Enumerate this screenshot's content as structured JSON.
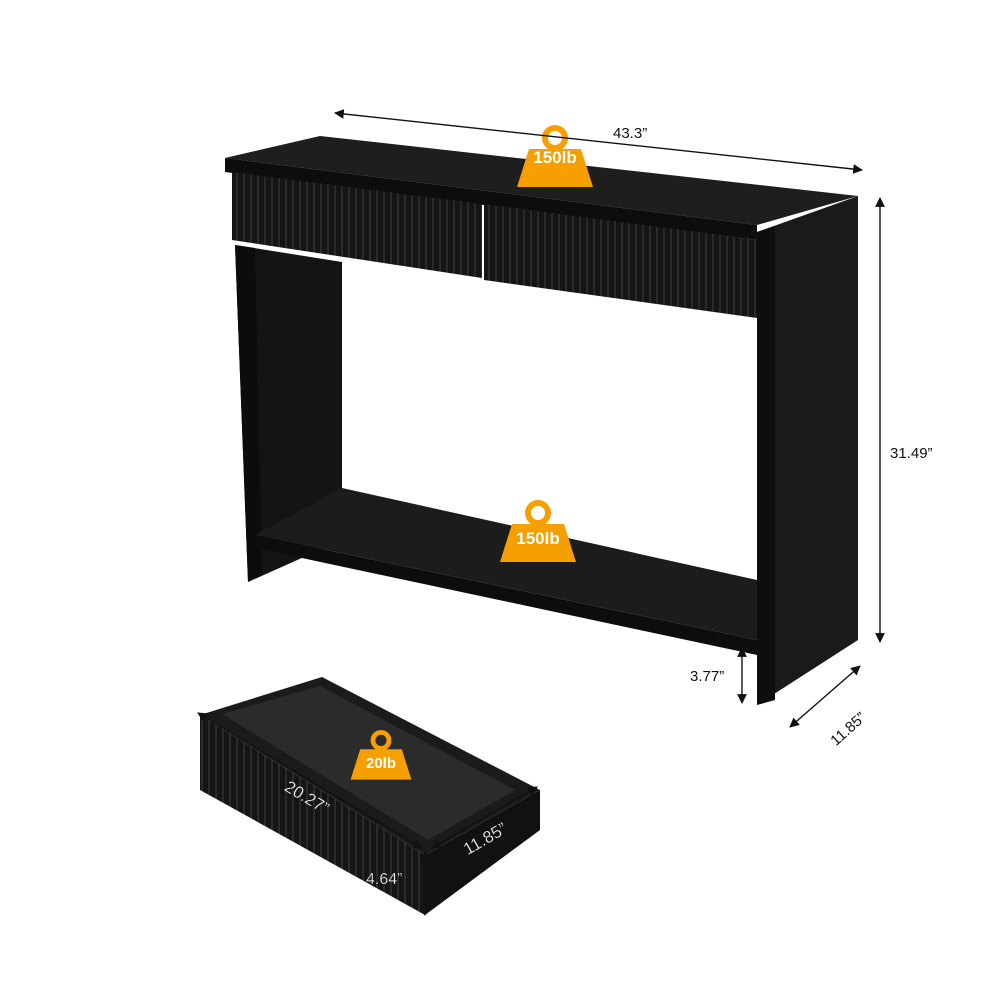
{
  "colors": {
    "badge": "#f5a000",
    "furniture": "#151515",
    "line": "#111111"
  },
  "weights": {
    "top": "150lb",
    "shelf": "150lb",
    "drawer": "20lb"
  },
  "dimensions": {
    "width": "43.3”",
    "height": "31.49”",
    "depth": "11.85”",
    "shelf_clearance": "3.77”",
    "drawer_length": "20.27”",
    "drawer_depth": "11.85”",
    "drawer_height": "4.64”"
  }
}
